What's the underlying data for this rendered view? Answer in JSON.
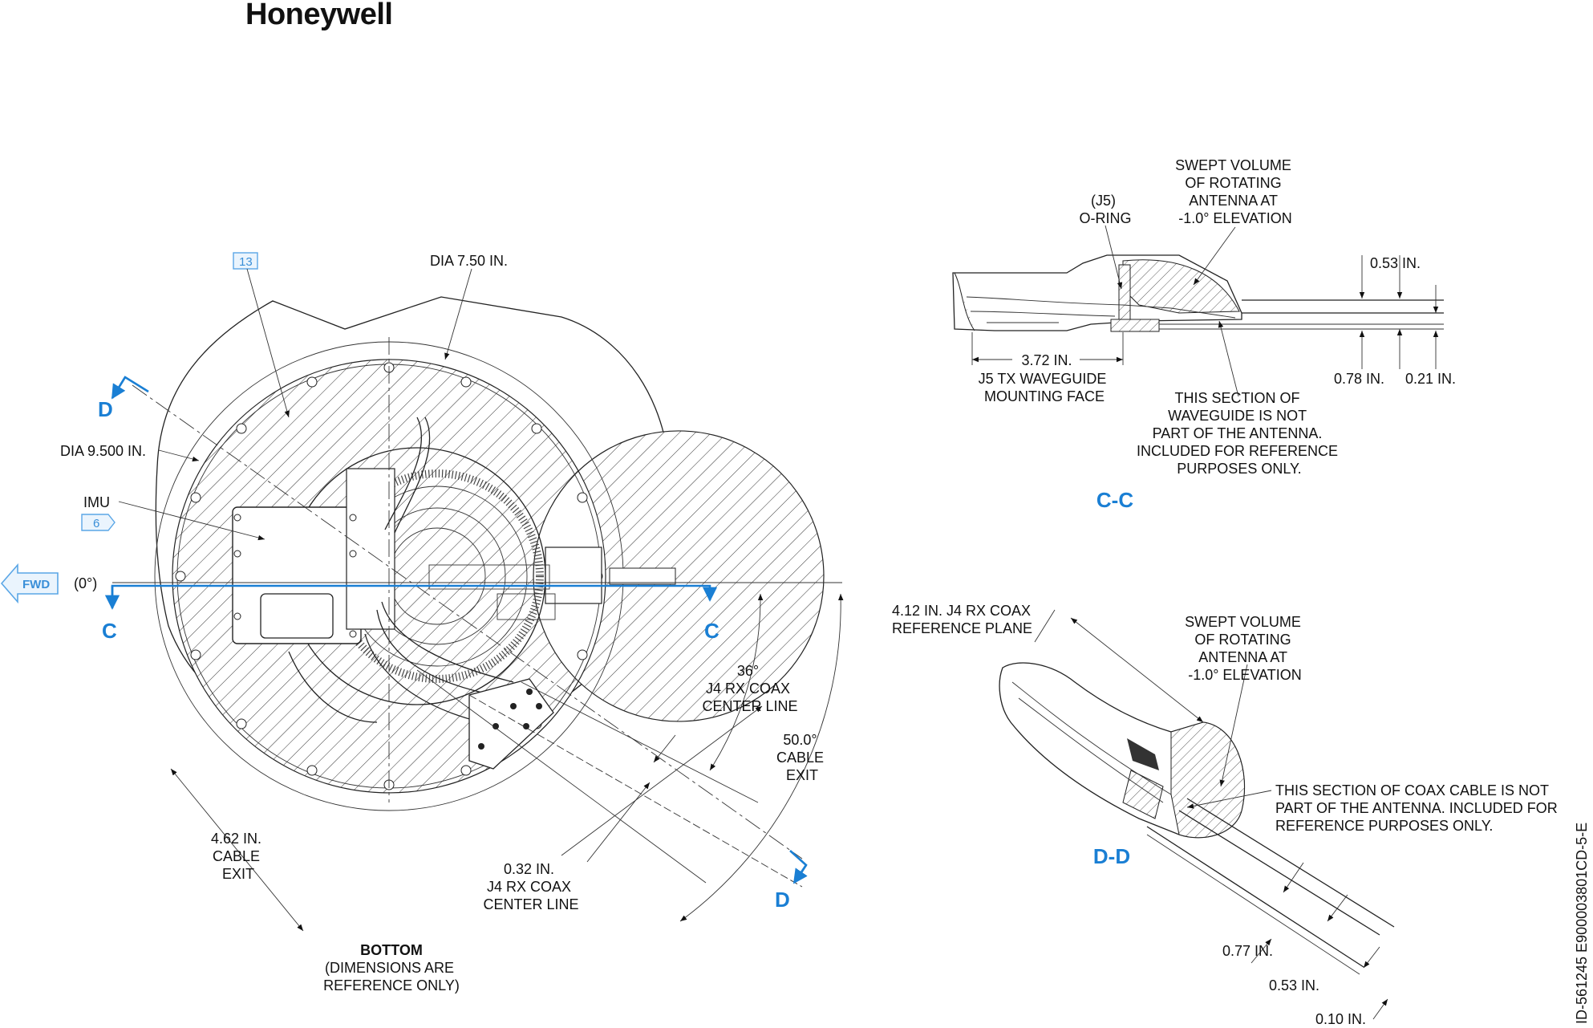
{
  "brand": {
    "logo_text": "Honeywell"
  },
  "refs": {
    "item_13": "13",
    "item_6": "6"
  },
  "bottom_view": {
    "dia_750": "DIA 7.50 IN.",
    "dia_9500": "DIA 9.500 IN.",
    "imu": "IMU",
    "fwd": "FWD",
    "zero_deg": "(0°)",
    "angle_36": [
      "36°",
      "J4 RX COAX",
      "CENTER LINE"
    ],
    "angle_50": [
      "50.0°",
      "CABLE",
      "EXIT"
    ],
    "dim_462": [
      "4.62 IN.",
      "CABLE",
      "EXIT"
    ],
    "dim_032": [
      "0.32 IN.",
      "J4 RX COAX",
      "CENTER LINE"
    ],
    "title": "BOTTOM",
    "subtitle": [
      "(DIMENSIONS ARE",
      "REFERENCE ONLY)"
    ]
  },
  "section_markers": {
    "c_left": "C",
    "c_right": "C",
    "d_top": "D",
    "d_bottom": "D"
  },
  "section_cc": {
    "title": "C-C",
    "swept_volume": [
      "SWEPT VOLUME",
      "OF ROTATING",
      "ANTENNA AT",
      "-1.0° ELEVATION"
    ],
    "oring": [
      "(J5)",
      "O-RING"
    ],
    "dim_053": "0.53 IN.",
    "dim_078": "0.78 IN.",
    "dim_021": "0.21 IN.",
    "dim_372": "3.72 IN.",
    "mounting_face": [
      "J5 TX WAVEGUIDE",
      "MOUNTING FACE"
    ],
    "note": [
      "THIS SECTION OF",
      "WAVEGUIDE IS NOT",
      "PART OF THE ANTENNA.",
      "INCLUDED FOR REFERENCE",
      "PURPOSES ONLY."
    ]
  },
  "section_dd": {
    "title": "D-D",
    "ref_plane": [
      "4.12 IN. J4 RX COAX",
      "REFERENCE PLANE"
    ],
    "swept_volume": [
      "SWEPT VOLUME",
      "OF ROTATING",
      "ANTENNA AT",
      "-1.0° ELEVATION"
    ],
    "note": [
      "THIS SECTION OF COAX CABLE IS NOT",
      "PART OF THE ANTENNA. INCLUDED FOR",
      "REFERENCE PURPOSES ONLY."
    ],
    "dim_077": "0.77 IN.",
    "dim_053": "0.53 IN.",
    "dim_010": "0.10 IN."
  },
  "drawing_id": "ID-561245   E900003801CD-5-E"
}
